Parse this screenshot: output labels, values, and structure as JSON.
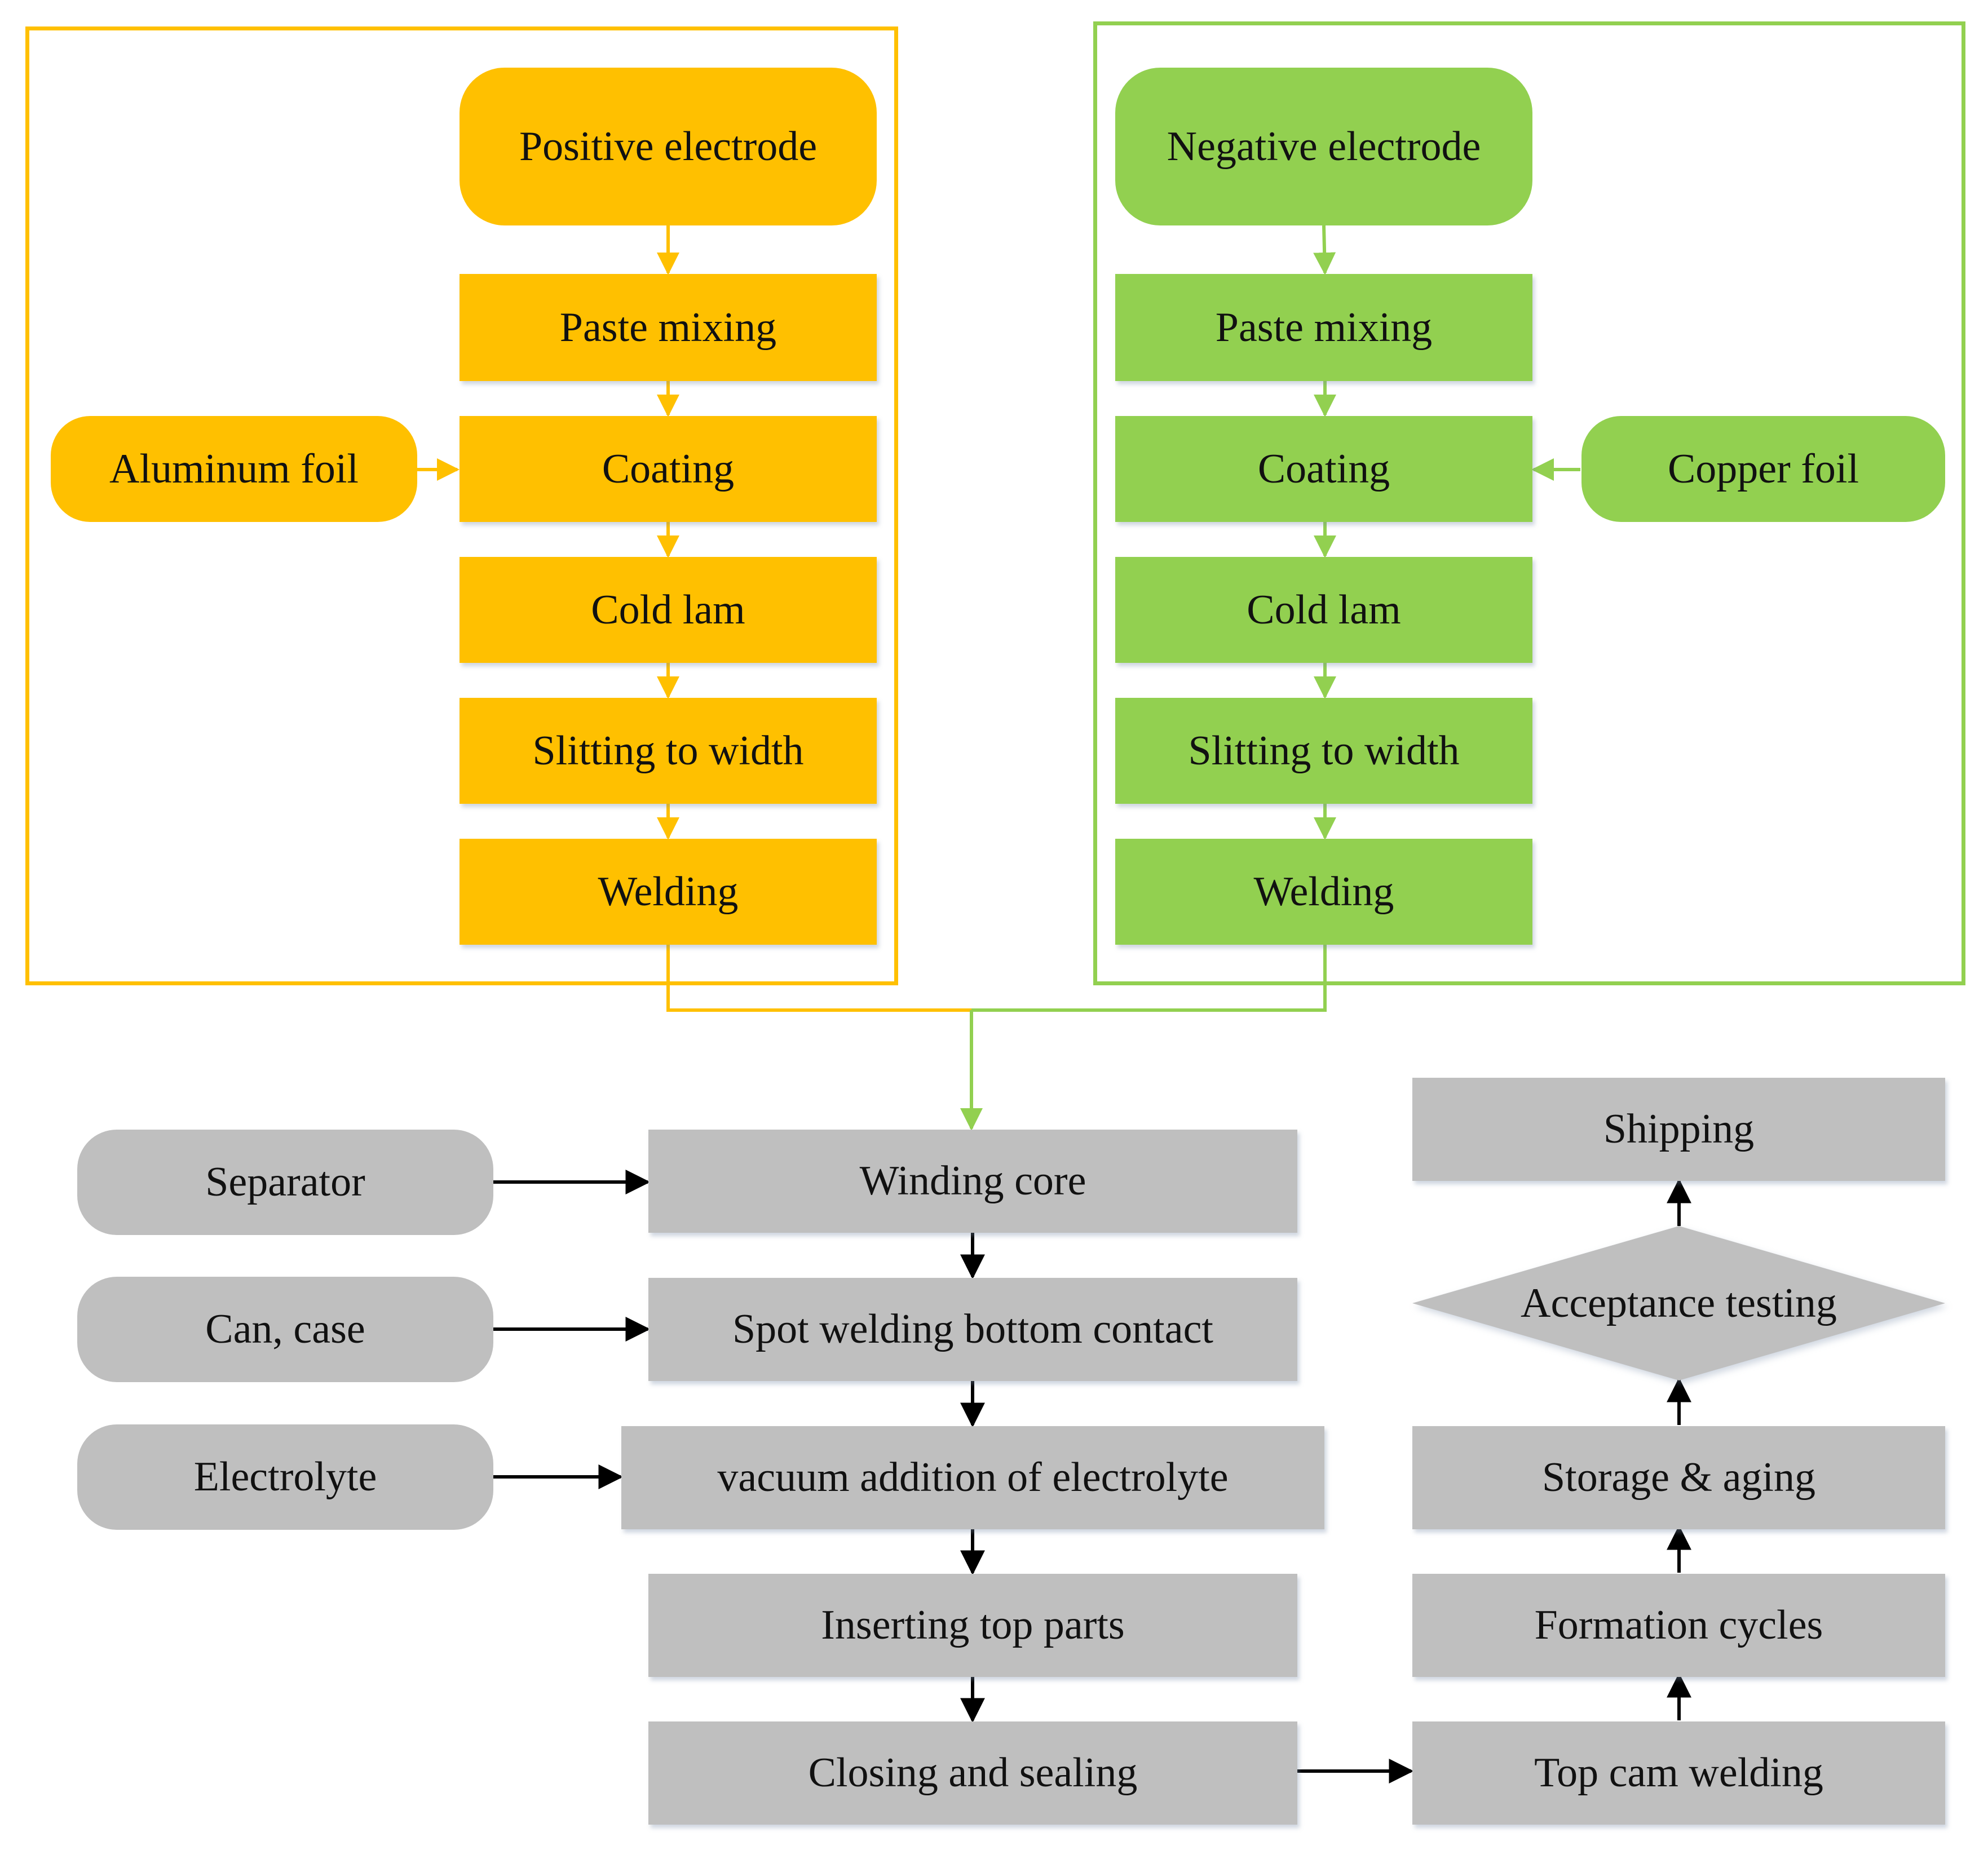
{
  "colors": {
    "positive": "#FFC000",
    "negative": "#92D050",
    "assembly": "#BFBFBF",
    "arrow": "#000000"
  },
  "positive": {
    "title": "Positive electrode",
    "steps": [
      "Paste mixing",
      "Coating",
      "Cold lam",
      "Slitting to width",
      "Welding"
    ],
    "foil": "Aluminum foil"
  },
  "negative": {
    "title": "Negative electrode",
    "steps": [
      "Paste mixing",
      "Coating",
      "Cold lam",
      "Slitting to width",
      "Welding"
    ],
    "foil": "Copper foil"
  },
  "inputs": [
    "Separator",
    "Can, case",
    "Electrolyte"
  ],
  "assembly": [
    "Winding core",
    "Spot welding bottom contact",
    "vacuum addition of electrolyte",
    "Inserting top parts",
    "Closing and sealing"
  ],
  "finishing": [
    "Top cam welding",
    "Formation cycles",
    "Storage & aging",
    "Acceptance testing",
    "Shipping"
  ]
}
